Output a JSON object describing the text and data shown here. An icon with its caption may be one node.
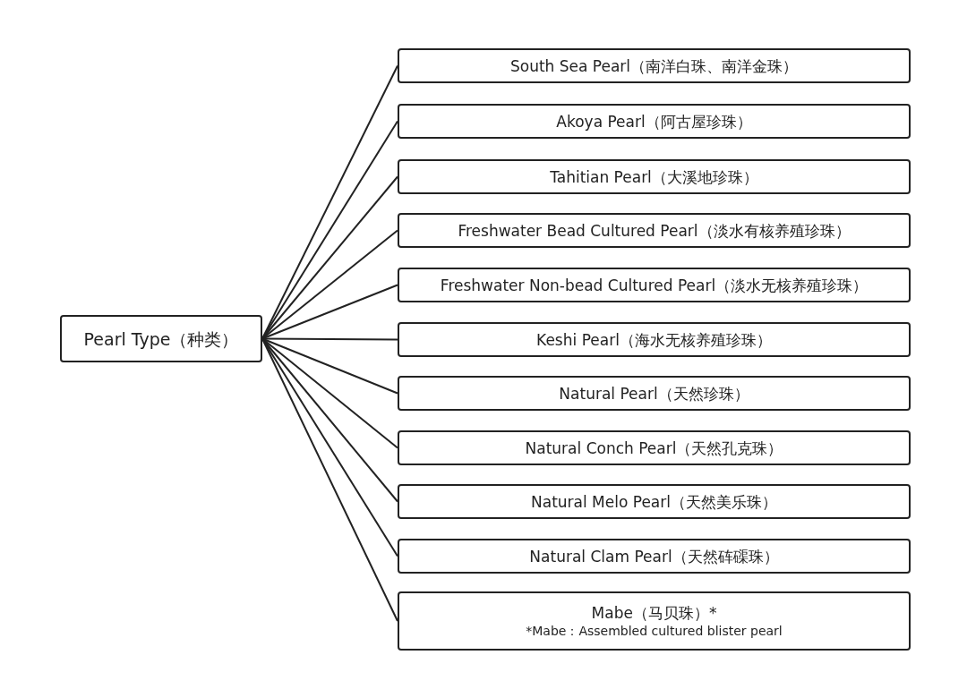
{
  "diagram": {
    "nodes": [
      {
        "text": [
          "Pearl Type（种类）"
        ]
      },
      {
        "text": [
          "South Sea Pearl（南洋白珠、南洋金珠）"
        ]
      },
      {
        "text": [
          "Akoya Pearl（阿古屋珍珠）"
        ]
      },
      {
        "text": [
          "Tahitian Pearl（大溪地珍珠）"
        ]
      },
      {
        "text": [
          "Freshwater Bead Cultured Pearl（淡水有核养殖珍珠）"
        ]
      },
      {
        "text": [
          "Freshwater Non-bead Cultured Pearl（淡水无核养殖珍珠）"
        ]
      },
      {
        "text": [
          "Keshi Pearl（海水无核养殖珍珠）"
        ]
      },
      {
        "text": [
          "Natural Pearl（天然珍珠）"
        ]
      },
      {
        "text": [
          "Natural Conch Pearl（天然孔克珠）"
        ]
      },
      {
        "text": [
          "Natural Melo Pearl（天然美乐珠）"
        ]
      },
      {
        "text": [
          "Natural Clam Pearl（天然砗磲珠）"
        ]
      },
      {
        "text": [
          "Mabe（马贝珠）*",
          "*Mabe：Assembled cultured blister pearl"
        ]
      }
    ],
    "edges": [
      {
        "from": 0,
        "to": 1,
        "arrow": "none"
      },
      {
        "from": 0,
        "to": 2,
        "arrow": "none"
      },
      {
        "from": 0,
        "to": 3,
        "arrow": "none"
      },
      {
        "from": 0,
        "to": 4,
        "arrow": "none"
      },
      {
        "from": 0,
        "to": 5,
        "arrow": "none"
      },
      {
        "from": 0,
        "to": 6,
        "arrow": "none"
      },
      {
        "from": 0,
        "to": 7,
        "arrow": "none"
      },
      {
        "from": 0,
        "to": 8,
        "arrow": "none"
      },
      {
        "from": 0,
        "to": 9,
        "arrow": "none"
      },
      {
        "from": 0,
        "to": 10,
        "arrow": "none"
      },
      {
        "from": 0,
        "to": 11,
        "arrow": "none"
      }
    ]
  }
}
